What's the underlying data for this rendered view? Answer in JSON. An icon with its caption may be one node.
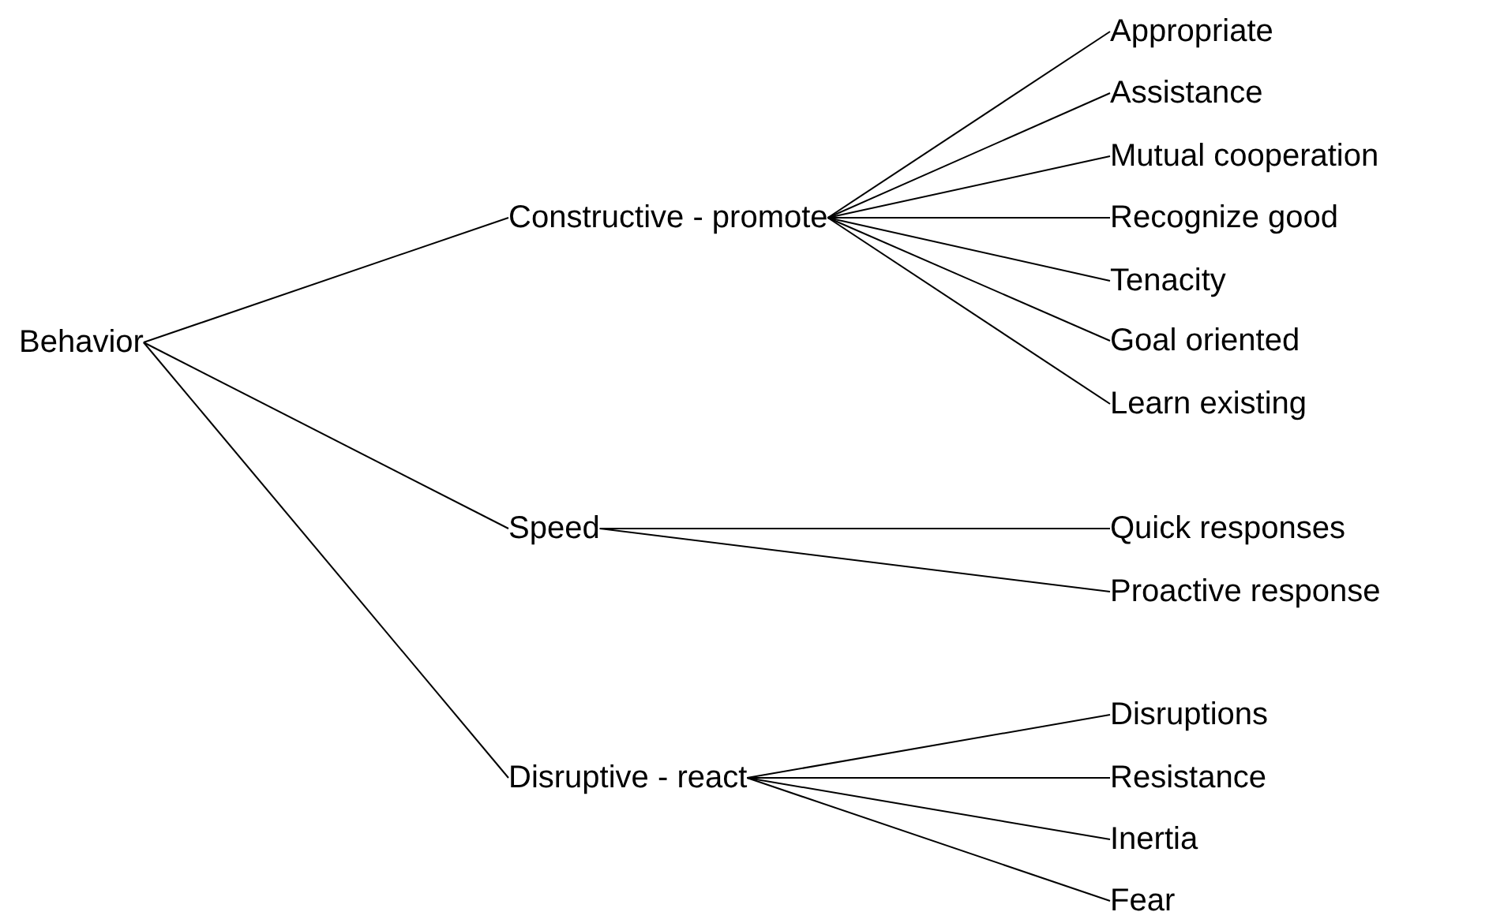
{
  "diagram": {
    "nodes": [
      {
        "text": [
          "Behavior"
        ]
      },
      {
        "text": [
          "Constructive - promote"
        ]
      },
      {
        "text": [
          "Speed"
        ]
      },
      {
        "text": [
          "Disruptive - react"
        ]
      },
      {
        "text": [
          "Appropriate"
        ]
      },
      {
        "text": [
          "Assistance"
        ]
      },
      {
        "text": [
          "Mutual cooperation"
        ]
      },
      {
        "text": [
          "Recognize good"
        ]
      },
      {
        "text": [
          "Tenacity"
        ]
      },
      {
        "text": [
          "Goal oriented"
        ]
      },
      {
        "text": [
          "Learn existing"
        ]
      },
      {
        "text": [
          "Quick responses"
        ]
      },
      {
        "text": [
          "Proactive response"
        ]
      },
      {
        "text": [
          "Disruptions"
        ]
      },
      {
        "text": [
          "Resistance"
        ]
      },
      {
        "text": [
          "Inertia"
        ]
      },
      {
        "text": [
          "Fear"
        ]
      }
    ],
    "edges": [
      {
        "from": 0,
        "to": 1,
        "arrow": "none"
      },
      {
        "from": 0,
        "to": 2,
        "arrow": "none"
      },
      {
        "from": 0,
        "to": 3,
        "arrow": "none"
      },
      {
        "from": 1,
        "to": 4,
        "arrow": "none"
      },
      {
        "from": 1,
        "to": 5,
        "arrow": "none"
      },
      {
        "from": 1,
        "to": 6,
        "arrow": "none"
      },
      {
        "from": 1,
        "to": 7,
        "arrow": "none"
      },
      {
        "from": 1,
        "to": 8,
        "arrow": "none"
      },
      {
        "from": 1,
        "to": 9,
        "arrow": "none"
      },
      {
        "from": 1,
        "to": 10,
        "arrow": "none"
      },
      {
        "from": 2,
        "to": 11,
        "arrow": "none"
      },
      {
        "from": 2,
        "to": 12,
        "arrow": "none"
      },
      {
        "from": 3,
        "to": 13,
        "arrow": "none"
      },
      {
        "from": 3,
        "to": 14,
        "arrow": "none"
      },
      {
        "from": 3,
        "to": 15,
        "arrow": "none"
      },
      {
        "from": 3,
        "to": 16,
        "arrow": "none"
      }
    ]
  }
}
